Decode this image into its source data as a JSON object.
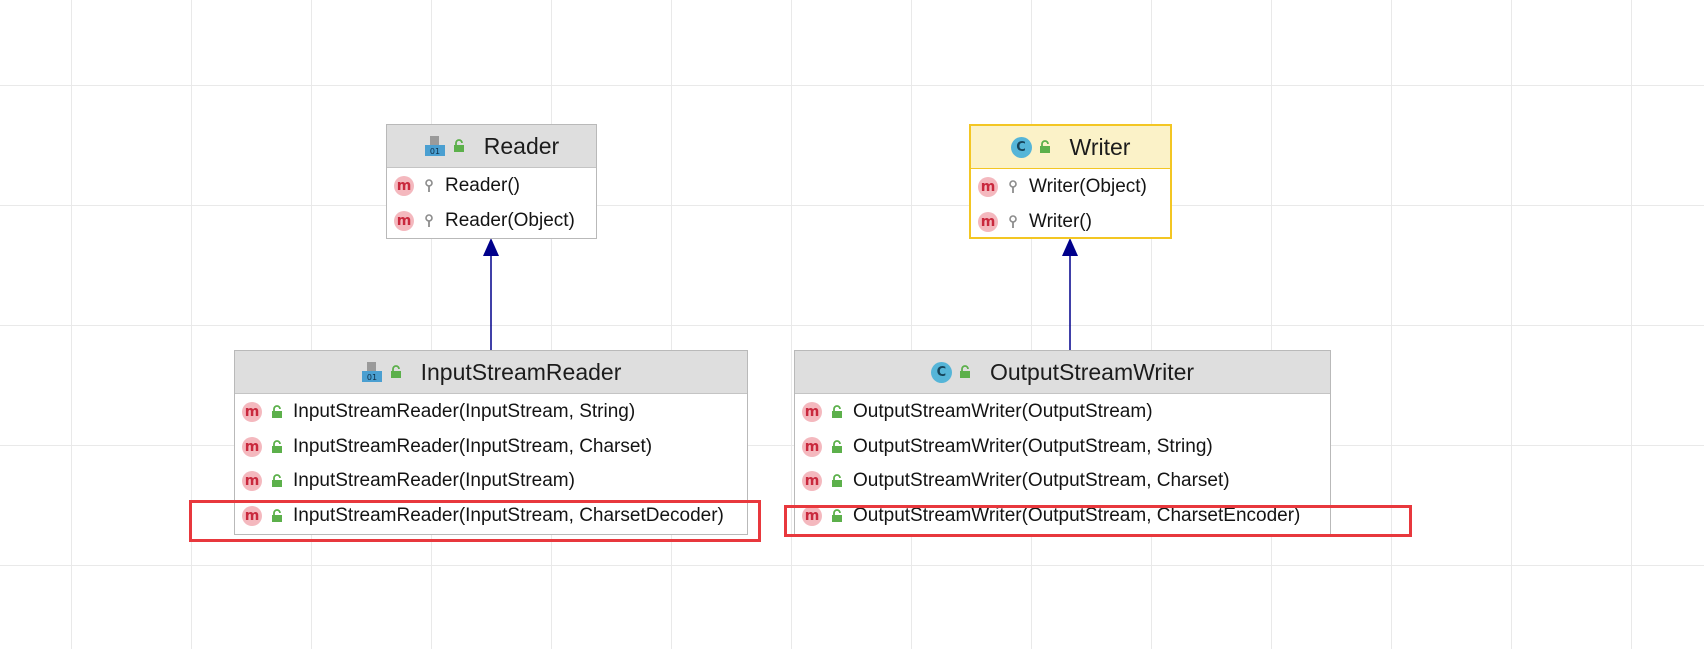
{
  "classes": {
    "reader": {
      "name": "Reader",
      "kind": "abstract-class-icon",
      "members": [
        {
          "label": "Reader()",
          "visibility": "protected"
        },
        {
          "label": "Reader(Object)",
          "visibility": "protected"
        }
      ]
    },
    "writer": {
      "name": "Writer",
      "kind": "class-icon",
      "members": [
        {
          "label": "Writer(Object)",
          "visibility": "protected"
        },
        {
          "label": "Writer()",
          "visibility": "protected"
        }
      ]
    },
    "isr": {
      "name": "InputStreamReader",
      "kind": "abstract-class-icon",
      "members": [
        {
          "label": "InputStreamReader(InputStream, String)",
          "visibility": "public"
        },
        {
          "label": "InputStreamReader(InputStream, Charset)",
          "visibility": "public"
        },
        {
          "label": "InputStreamReader(InputStream)",
          "visibility": "public"
        },
        {
          "label": "InputStreamReader(InputStream, CharsetDecoder)",
          "visibility": "public"
        }
      ]
    },
    "osw": {
      "name": "OutputStreamWriter",
      "kind": "class-icon",
      "members": [
        {
          "label": "OutputStreamWriter(OutputStream)",
          "visibility": "public"
        },
        {
          "label": "OutputStreamWriter(OutputStream, String)",
          "visibility": "public"
        },
        {
          "label": "OutputStreamWriter(OutputStream, Charset)",
          "visibility": "public"
        },
        {
          "label": "OutputStreamWriter(OutputStream, CharsetEncoder)",
          "visibility": "public"
        }
      ]
    }
  },
  "icons": {
    "method": "m",
    "class": "C",
    "abstract_badge": "01"
  },
  "colors": {
    "edge": "#00008b",
    "highlight": "#e8383d",
    "selected_border": "#f3c623"
  }
}
